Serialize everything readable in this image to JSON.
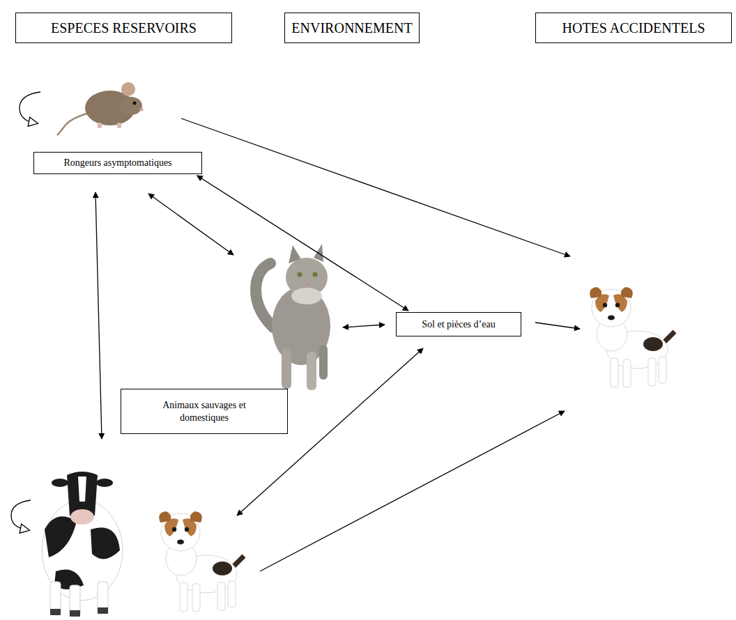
{
  "diagram": {
    "nodes": [
      {
        "text": [
          "ESPECES RESERVOIRS"
        ]
      },
      {
        "text": [
          "ENVIRONNEMENT"
        ]
      },
      {
        "text": [
          "HOTES ACCIDENTELS"
        ]
      },
      {
        "text": [
          "Rongeurs asymptomatiques"
        ]
      },
      {
        "text": [
          "Sol et pièces d’eau"
        ]
      },
      {
        "text": [
          "Animaux sauvages et domestiques"
        ]
      }
    ],
    "edges": [
      {
        "from": 3,
        "to": 4,
        "arrow": "both"
      }
    ]
  }
}
